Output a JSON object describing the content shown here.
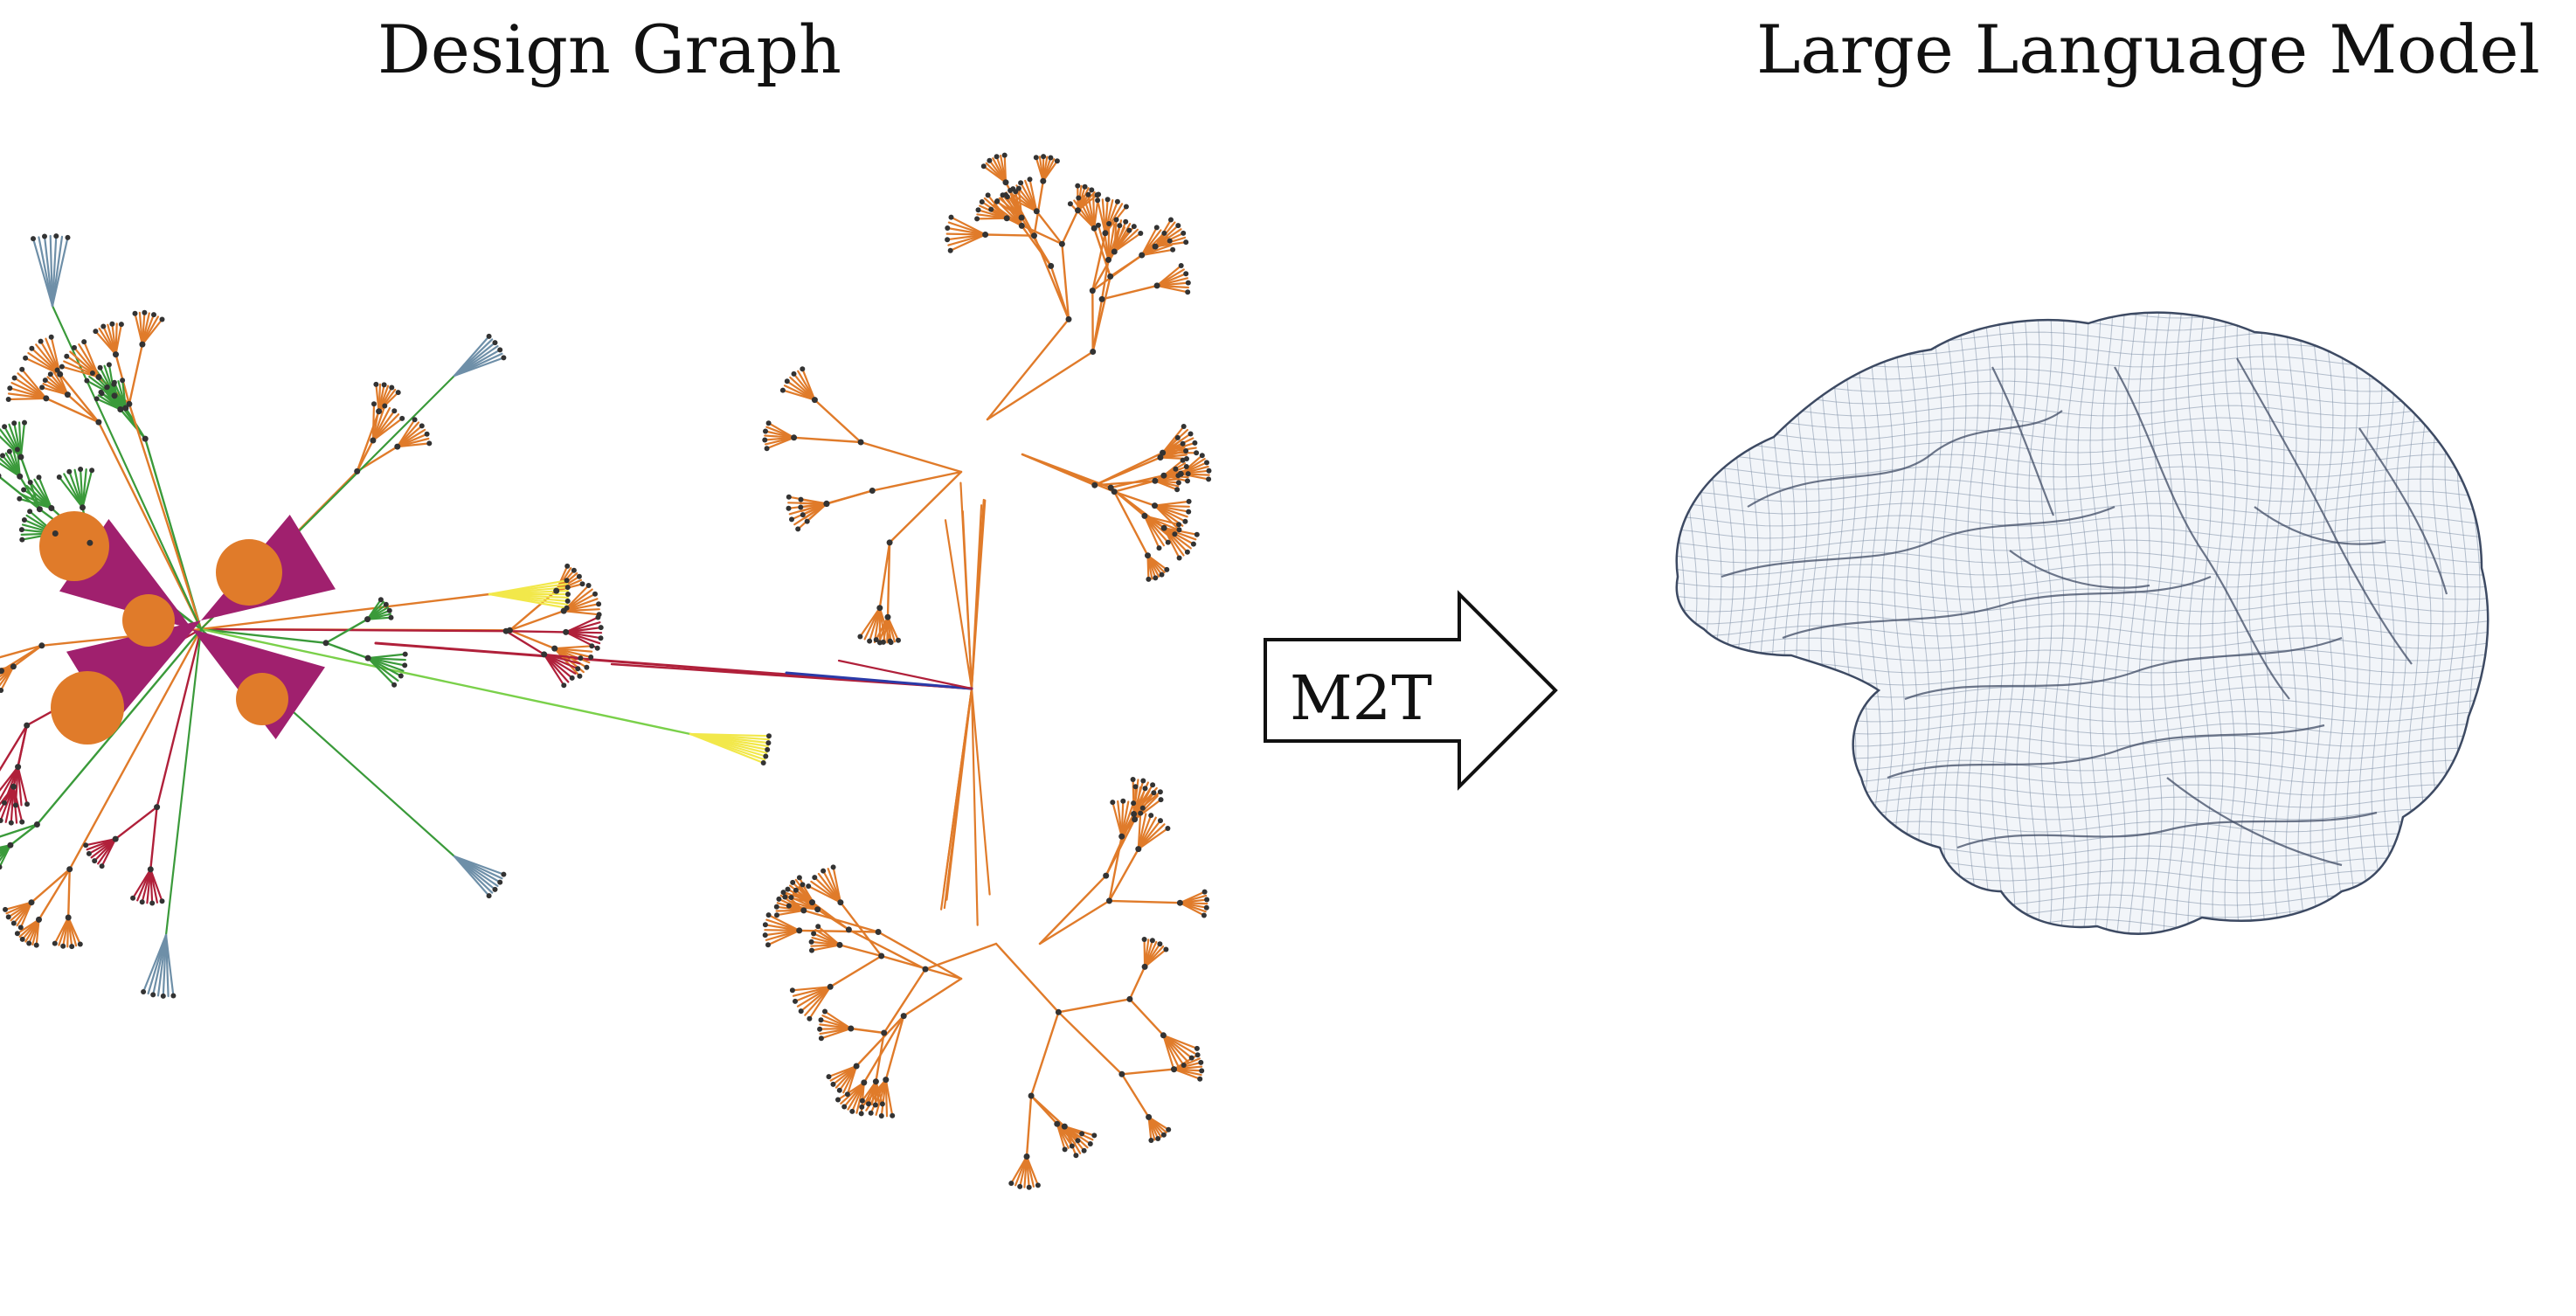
{
  "titles": {
    "left": "Design Graph",
    "right": "Large Language Model"
  },
  "arrow": {
    "label": "M2T"
  },
  "colors": {
    "edge_orange": "#e07b2a",
    "edge_green": "#3a9a3a",
    "edge_magenta": "#a0206e",
    "edge_red": "#b0203a",
    "edge_blue": "#2a3aa8",
    "edge_yellow": "#f2e84a",
    "edge_lightgreen": "#7ad04a",
    "edge_steel": "#6e8fa8",
    "node_dark": "#333333",
    "mesh_fill": "#f2f5f9",
    "mesh_line": "#7d8ea6",
    "mesh_outline": "#3d4a63"
  },
  "icons": {
    "arrow": "right-arrow-icon",
    "brain": "brain-mesh-icon",
    "graph": "network-graph-icon"
  }
}
